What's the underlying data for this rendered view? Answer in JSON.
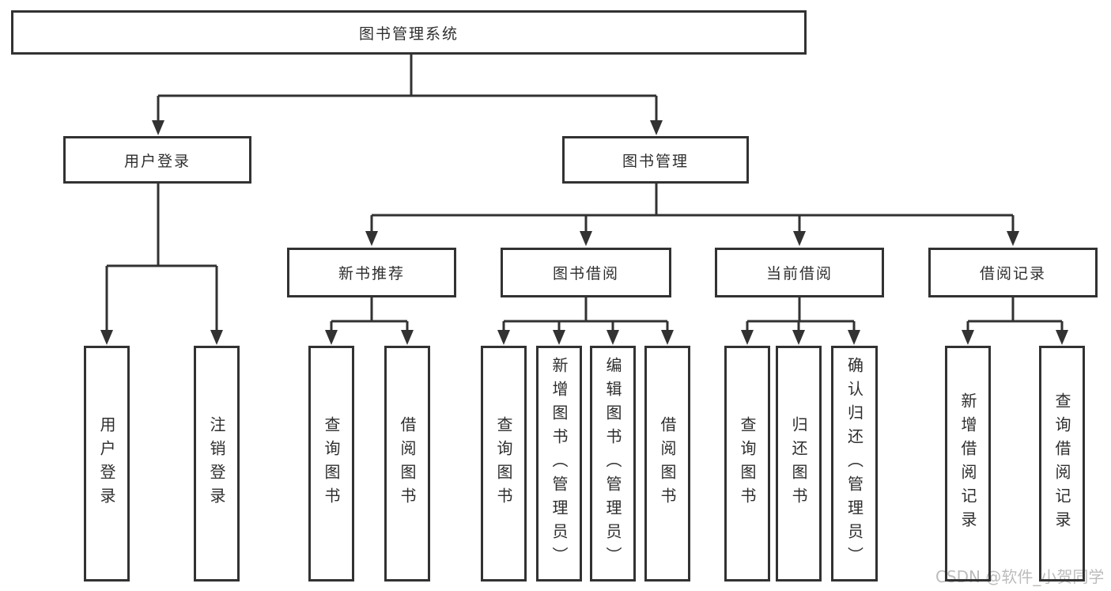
{
  "diagram": {
    "type": "hierarchy-tree",
    "title": "图书管理系统",
    "colors": {
      "background": "#ffffff",
      "line": "#323232",
      "box_border": "#323232",
      "box_fill": "#ffffff",
      "text": "#2e2e2e",
      "watermark": "#bcbcbc"
    },
    "hierarchy": {
      "图书管理系统": {
        "用户登录": [
          "用户登录",
          "注销登录"
        ],
        "图书管理": {
          "新书推荐": [
            "查询图书",
            "借阅图书"
          ],
          "图书借阅": [
            "查询图书",
            "新增图书（管理员）",
            "编辑图书（管理员）",
            "借阅图书"
          ],
          "当前借阅": [
            "查询图书",
            "归还图书",
            "确认归还（管理员）"
          ],
          "借阅记录": [
            "新增借阅记录",
            "查询借阅记录"
          ]
        }
      }
    }
  },
  "nodes": {
    "root": "图书管理系统",
    "user_login": "用户登录",
    "book_mgmt": "图书管理",
    "new_book_rec": "新书推荐",
    "book_borrow": "图书借阅",
    "current_borrow": "当前借阅",
    "borrow_records": "借阅记录",
    "ul_login": "用户登录",
    "ul_logout": "注销登录",
    "nbr_query": "查询图书",
    "nbr_borrow": "借阅图书",
    "bb_query": "查询图书",
    "bb_add": "新增图书（管理员）",
    "bb_edit": "编辑图书（管理员）",
    "bb_borrow": "借阅图书",
    "cb_query": "查询图书",
    "cb_return": "归还图书",
    "cb_confirm": "确认归还（管理员）",
    "br_add": "新增借阅记录",
    "br_query": "查询借阅记录"
  },
  "watermark": {
    "text": "CSDN @软件_小贺同学",
    "color": "#bcbcbc"
  }
}
